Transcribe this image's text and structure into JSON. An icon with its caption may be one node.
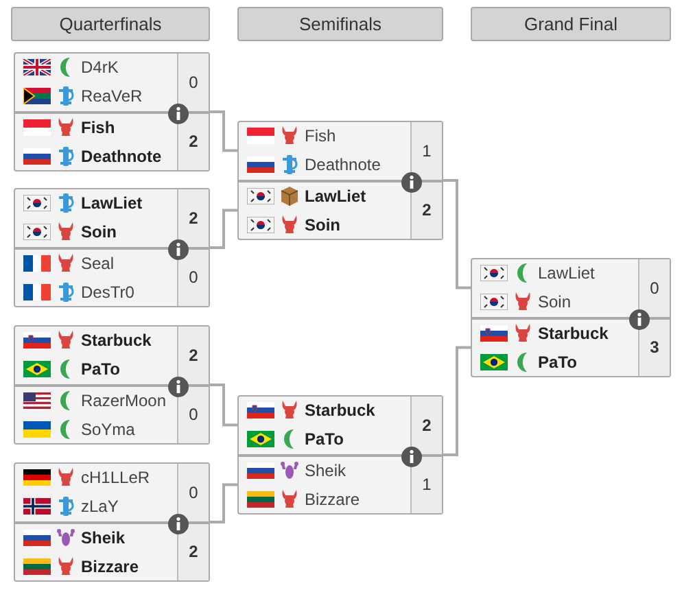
{
  "diagram": {
    "nodes": [
      {
        "text": [
          "Quarterfinals"
        ]
      },
      {
        "text": [
          "Semifinals"
        ]
      },
      {
        "text": [
          "Grand Final"
        ]
      },
      {
        "text": [],
        "shape": "box"
      },
      {
        "text": [
          "D4rK",
          "ReaVeR",
          "0"
        ],
        "in": 3
      },
      {
        "text": [
          "Fish",
          "Deathnote",
          "2"
        ],
        "in": 3
      },
      {
        "text": [],
        "shape": "box"
      },
      {
        "text": [
          "LawLiet",
          "Soin",
          "2"
        ],
        "in": 6
      },
      {
        "text": [
          "Seal",
          "DesTr0",
          "0"
        ],
        "in": 6
      },
      {
        "text": [],
        "shape": "box"
      },
      {
        "text": [
          "Starbuck",
          "PaTo",
          "2"
        ],
        "in": 9
      },
      {
        "text": [
          "RazerMoon",
          "SoYma",
          "0"
        ],
        "in": 9
      },
      {
        "text": [],
        "shape": "box"
      },
      {
        "text": [
          "cH1LLeR",
          "zLaY",
          "0"
        ],
        "in": 12
      },
      {
        "text": [
          "Sheik",
          "Bizzare",
          "2"
        ],
        "in": 12
      },
      {
        "text": [],
        "shape": "box"
      },
      {
        "text": [
          "Fish",
          "Deathnote",
          "1"
        ],
        "in": 15
      },
      {
        "text": [
          "LawLiet",
          "Soin",
          "2"
        ],
        "in": 15
      },
      {
        "text": [],
        "shape": "box"
      },
      {
        "text": [
          "Starbuck",
          "PaTo",
          "2"
        ],
        "in": 18
      },
      {
        "text": [
          "Sheik",
          "Bizzare",
          "1"
        ],
        "in": 18
      },
      {
        "text": [],
        "shape": "box"
      },
      {
        "text": [
          "LawLiet",
          "Soin",
          "0"
        ],
        "in": 21
      },
      {
        "text": [
          "Starbuck",
          "PaTo",
          "3"
        ],
        "in": 21
      }
    ],
    "edges": [
      {
        "from": 3,
        "to": 16,
        "arrow": "none"
      },
      {
        "from": 6,
        "to": 17,
        "arrow": "none"
      },
      {
        "from": 9,
        "to": 19,
        "arrow": "none"
      },
      {
        "from": 12,
        "to": 20,
        "arrow": "none"
      },
      {
        "from": 15,
        "to": 22,
        "arrow": "none"
      },
      {
        "from": 18,
        "to": 23,
        "arrow": "none"
      }
    ]
  }
}
